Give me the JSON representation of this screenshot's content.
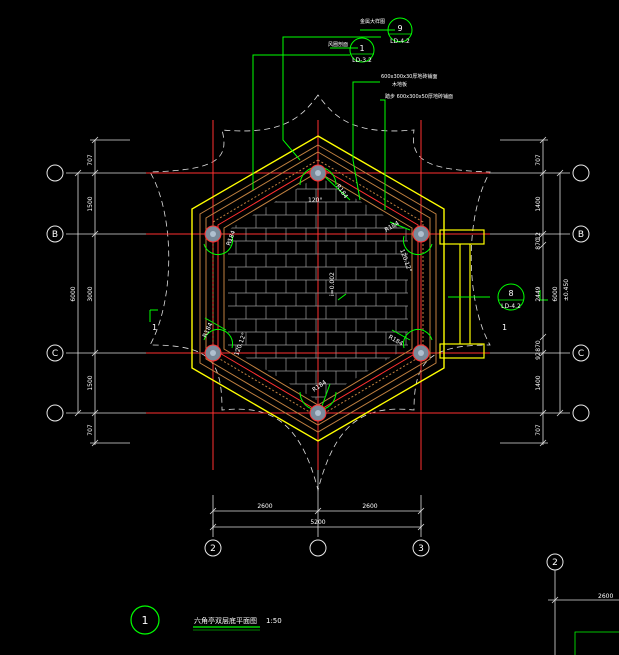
{
  "grid_axes": {
    "B_left": "B",
    "B_right": "B",
    "C_left": "C",
    "C_right": "C",
    "col_2": "2",
    "col_3": "3",
    "col_2_small": "2"
  },
  "dims": {
    "left_top": "707",
    "left_a": "1500",
    "left_mid": "3000",
    "left_b": "1500",
    "left_bot": "707",
    "left_total": "6000",
    "right_top": "707",
    "right_a": "1400",
    "right_b1": "12",
    "right_b2": "870",
    "right_mid": "2449",
    "right_mid2": "6000",
    "right_c1": "870",
    "right_c2": "92",
    "right_d": "1400",
    "right_bot": "707",
    "right_extra": "±0.450",
    "bottom_left": "2600",
    "bottom_right": "2600",
    "bottom_total": "5200",
    "bottom_small": "2600"
  },
  "callouts": {
    "c9_num": "9",
    "c9_ref": "LD-4.2",
    "c9_note": "金属大样图",
    "c1_num": "1",
    "c1_ref": "LD-3.2",
    "c1_note": "风圈剖面",
    "note_tile": "600x300x30厚地砖铺面",
    "note_floor": "木地板",
    "note_step": "踏步 600x300x50厚地砖铺面",
    "c8_num": "8",
    "c8_ref": "LD-4.2",
    "section_left": "1",
    "section_right": "1"
  },
  "labels": {
    "angle_top": "120°",
    "r_top": "R184",
    "r_br": "R184",
    "r_left": "R184",
    "r_r": "R184",
    "r_b": "R184",
    "slope": "i=0.002",
    "ang_l": "120.12°",
    "ang_r": "120.12°"
  },
  "title": {
    "num": "1",
    "text": "六角亭双层底平面图",
    "scale": "1:50"
  },
  "colors": {
    "background": "#000000",
    "yellow": "#ffff00",
    "red": "#ff3030",
    "green": "#00ff00",
    "white": "#ffffff",
    "cyan": "#00e5ff",
    "brown": "#c08040"
  }
}
